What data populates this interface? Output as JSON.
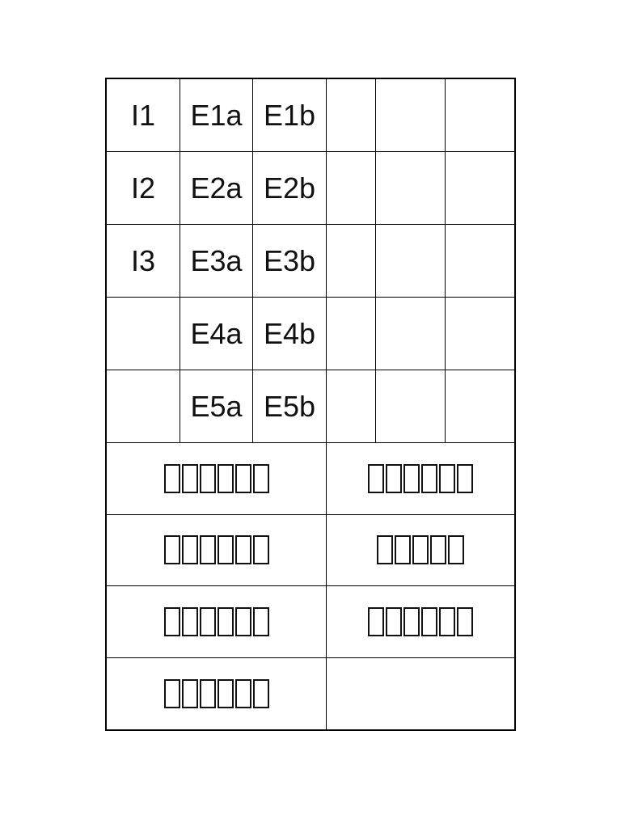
{
  "table": {
    "top_rows": [
      [
        "I1",
        "E1a",
        "E1b",
        "",
        "",
        ""
      ],
      [
        "I2",
        "E2a",
        "E2b",
        "",
        "",
        ""
      ],
      [
        "I3",
        "E3a",
        "E3b",
        "",
        "",
        ""
      ],
      [
        "",
        "E4a",
        "E4b",
        "",
        "",
        ""
      ],
      [
        "",
        "E5a",
        "E5b",
        "",
        "",
        ""
      ]
    ],
    "bottom_rows": [
      {
        "left_boxes": 6,
        "right_boxes": 6
      },
      {
        "left_boxes": 6,
        "right_boxes": 5
      },
      {
        "left_boxes": 6,
        "right_boxes": 6
      },
      {
        "left_boxes": 6,
        "right_boxes": 0
      }
    ]
  }
}
